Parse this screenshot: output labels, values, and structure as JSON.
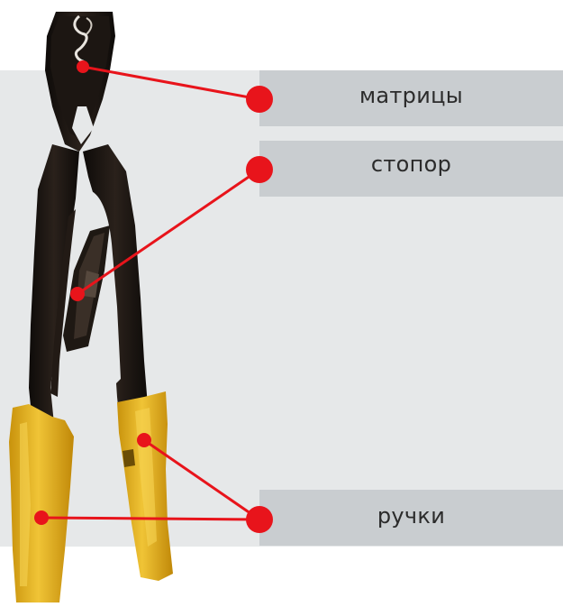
{
  "labels": {
    "dies": "матрицы",
    "stop": "стопор",
    "handles": "ручки"
  },
  "colors": {
    "panel_background": "#e6e8e9",
    "label_background": "#c9cdd0",
    "pointer_red": "#e8141b",
    "tool_body": "#1a1410",
    "grip_yellow": "#e4b31b"
  },
  "image": {
    "subject": "crimping-pliers"
  }
}
